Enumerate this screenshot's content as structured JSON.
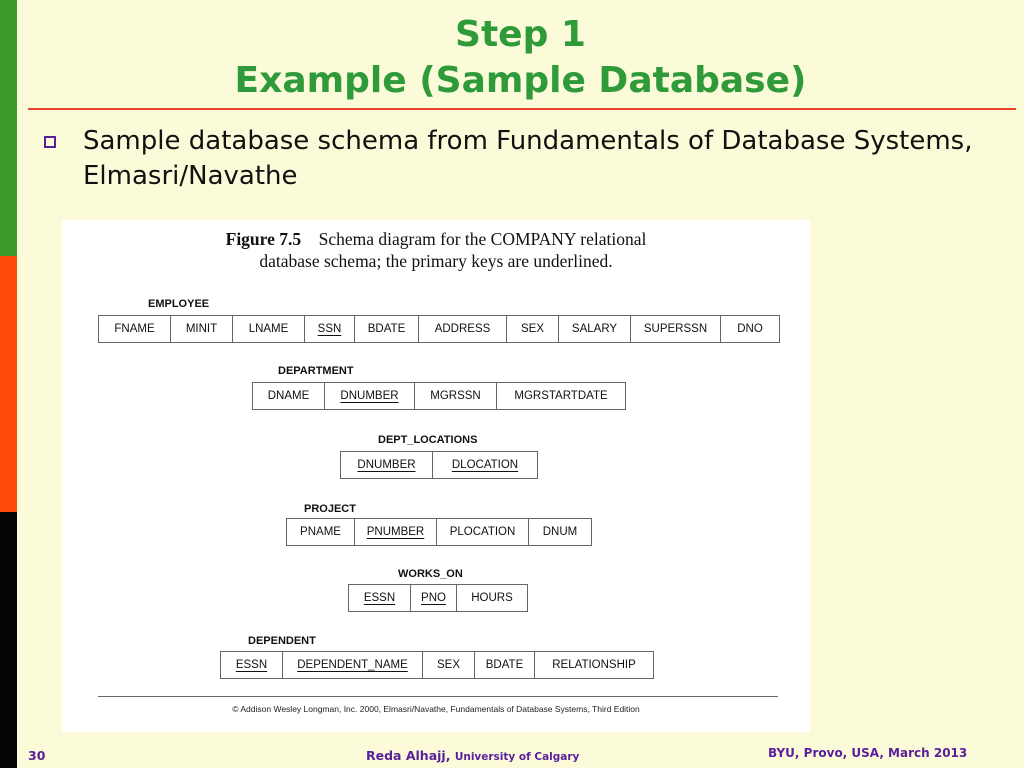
{
  "slide": {
    "title_line1": "Step 1",
    "title_line2": "Example (Sample Database)",
    "bullet": "Sample database schema from Fundamentals of Database Systems, Elmasri/Navathe"
  },
  "figure": {
    "caption_label": "Figure 7.5",
    "caption_line1": "Schema diagram for the COMPANY relational",
    "caption_line2": "database schema; the primary keys are underlined.",
    "relations": [
      {
        "name": "EMPLOYEE",
        "attributes": [
          "FNAME",
          "MINIT",
          "LNAME",
          "SSN",
          "BDATE",
          "ADDRESS",
          "SEX",
          "SALARY",
          "SUPERSSN",
          "DNO"
        ]
      },
      {
        "name": "DEPARTMENT",
        "attributes": [
          "DNAME",
          "DNUMBER",
          "MGRSSN",
          "MGRSTARTDATE"
        ]
      },
      {
        "name": "DEPT_LOCATIONS",
        "attributes": [
          "DNUMBER",
          "DLOCATION"
        ]
      },
      {
        "name": "PROJECT",
        "attributes": [
          "PNAME",
          "PNUMBER",
          "PLOCATION",
          "DNUM"
        ]
      },
      {
        "name": "WORKS_ON",
        "attributes": [
          "ESSN",
          "PNO",
          "HOURS"
        ]
      },
      {
        "name": "DEPENDENT",
        "attributes": [
          "ESSN",
          "DEPENDENT_NAME",
          "SEX",
          "BDATE",
          "RELATIONSHIP"
        ]
      }
    ],
    "copyright": "© Addison Wesley Longman, Inc. 2000, Elmasri/Navathe, Fundamentals of Database Systems, Third Edition"
  },
  "footer": {
    "page_number": "30",
    "author": "Reda Alhajj,",
    "affiliation": "University of Calgary",
    "venue": "BYU, Provo, USA,  March 2013"
  },
  "colors": {
    "title": "#2f9a3a",
    "rule": "#e8452c",
    "footer": "#5a1f9a",
    "background": "#fbfbd9"
  }
}
